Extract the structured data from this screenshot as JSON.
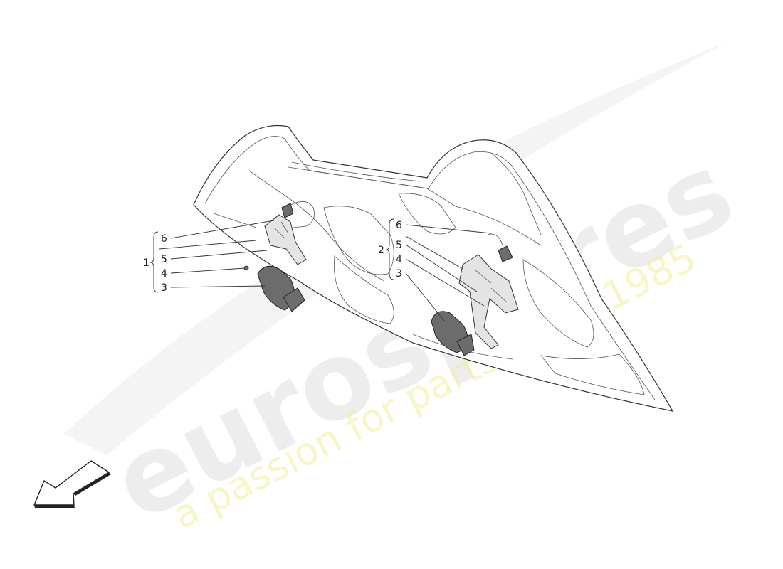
{
  "watermark": {
    "brand": "eurospares",
    "tagline": "a passion for parts since 1985"
  },
  "callouts": {
    "group1": {
      "label": "1",
      "items": [
        "6",
        "5",
        "4",
        "3"
      ]
    },
    "group2": {
      "label": "2",
      "items": [
        "6",
        "5",
        "4",
        "3"
      ]
    }
  },
  "colors": {
    "line": "#333333",
    "motor": "#6c6c6c",
    "watermark_text": "#d8d8d8",
    "watermark_tagline": "#eeee99"
  },
  "icons": {
    "direction_arrow": "arrow-down-left-icon"
  }
}
